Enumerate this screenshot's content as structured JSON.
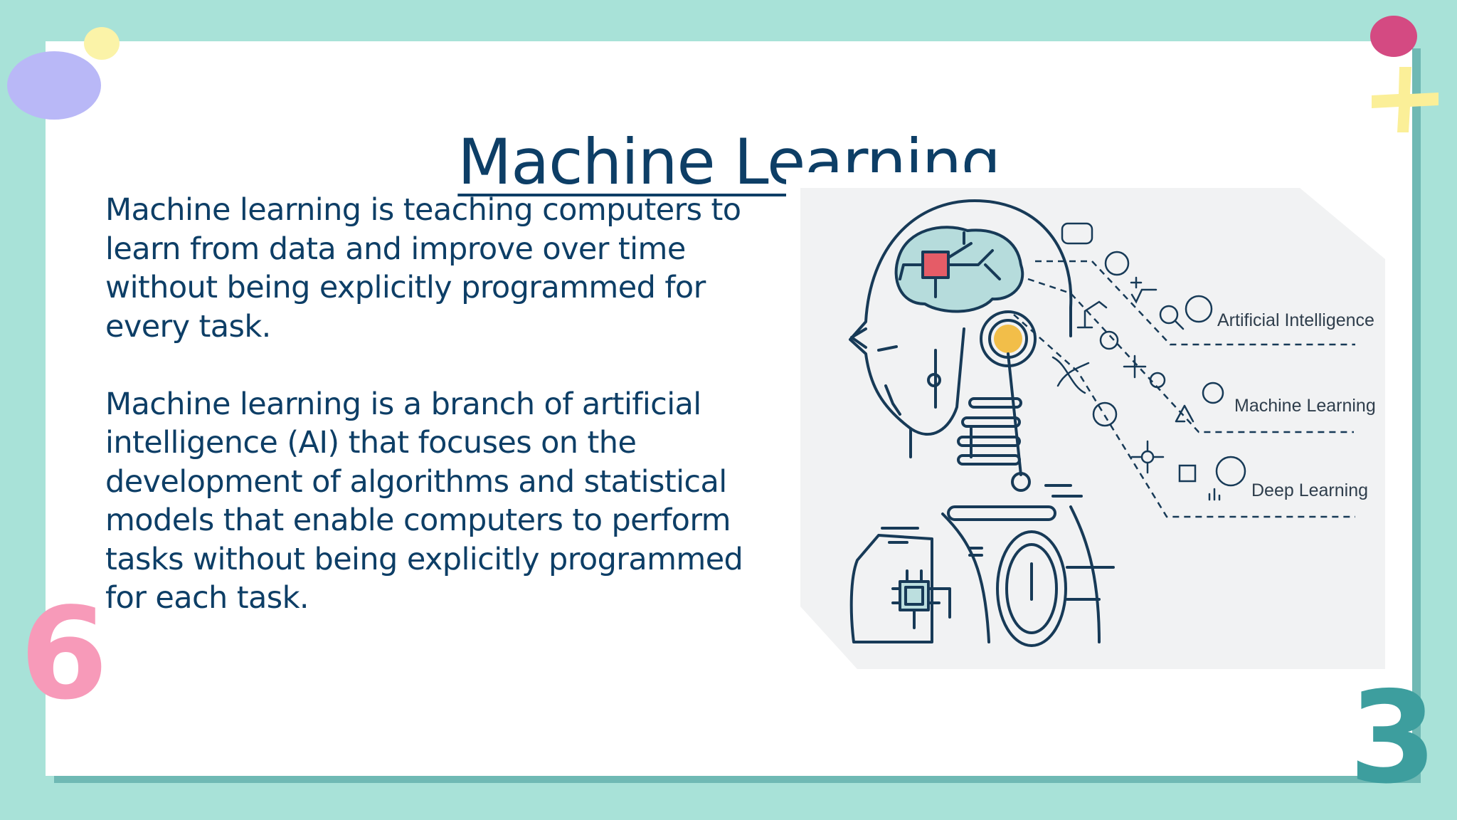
{
  "slide": {
    "title": "Machine Learning",
    "paragraphs": [
      "Machine learning is teaching computers to learn from data and improve over time without being explicitly programmed for every task.",
      "Machine learning is a branch of artificial intelligence (AI) that focuses on the development of algorithms and statistical models that enable computers to perform tasks without being explicitly programmed for each task."
    ]
  },
  "figure": {
    "labels": [
      "Artificial Intelligence",
      "Machine Learning",
      "Deep Learning"
    ]
  },
  "decorations": {
    "number_left": "6",
    "number_right": "3"
  },
  "colors": {
    "background": "#a8e2d8",
    "title": "#0d3e66",
    "text": "#0d3e66",
    "accent_pink": "#f79ab9",
    "accent_teal": "#3d9e9e"
  }
}
